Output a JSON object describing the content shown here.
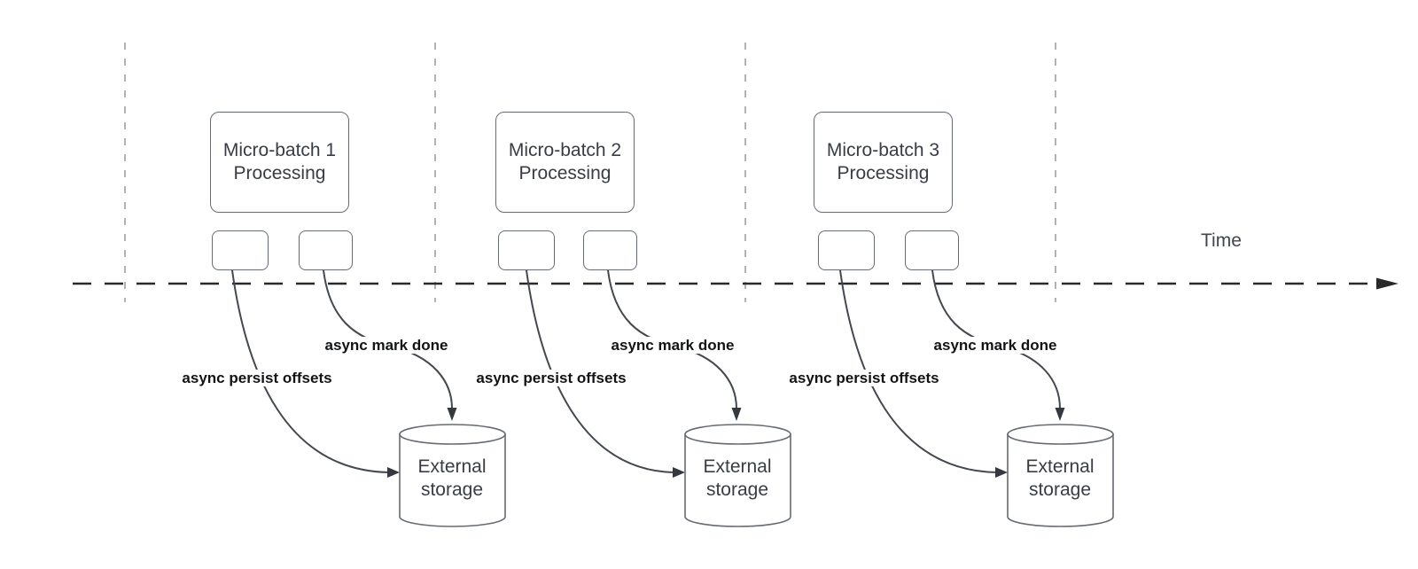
{
  "timeline": {
    "axis_label": "Time"
  },
  "groups": [
    {
      "box_line1": "Micro-batch 1",
      "box_line2": "Processing",
      "persist_label": "async persist offsets",
      "mark_done_label": "async mark done",
      "storage_line1": "External",
      "storage_line2": "storage"
    },
    {
      "box_line1": "Micro-batch 2",
      "box_line2": "Processing",
      "persist_label": "async persist offsets",
      "mark_done_label": "async mark done",
      "storage_line1": "External",
      "storage_line2": "storage"
    },
    {
      "box_line1": "Micro-batch 3",
      "box_line2": "Processing",
      "persist_label": "async persist offsets",
      "mark_done_label": "async mark done",
      "storage_line1": "External",
      "storage_line2": "storage"
    }
  ],
  "colors": {
    "background": "#ffffff",
    "shape_stroke": "#666b72",
    "curve_stroke": "#44484f",
    "arrowhead_fill": "#34383f",
    "timeline_stroke": "#28292b",
    "guide_line": "#9da0a4",
    "node_text": "#383d45",
    "bold_label_text": "#121315"
  }
}
